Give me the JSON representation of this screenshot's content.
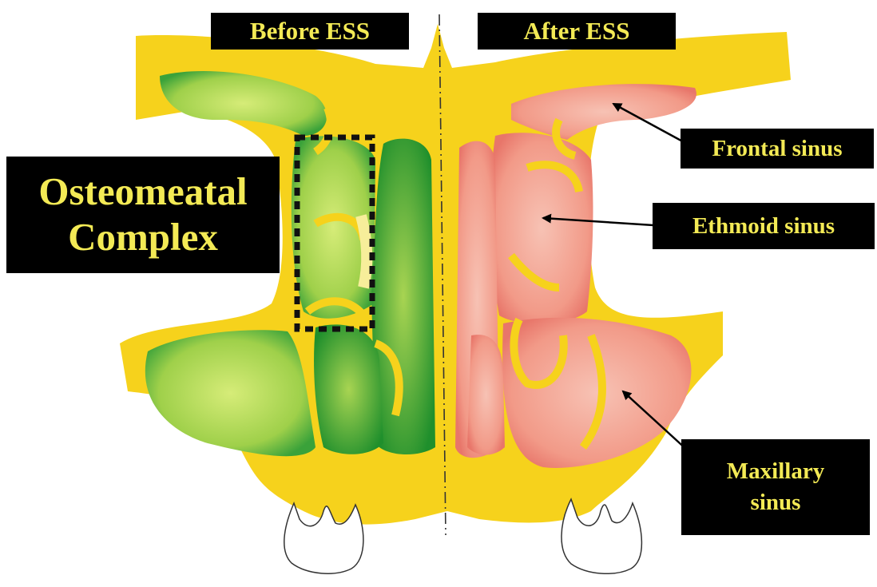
{
  "labels": {
    "before": "Before ESS",
    "after": "After ESS",
    "omc_line1": "Osteomeatal",
    "omc_line2": "Complex",
    "frontal": "Frontal sinus",
    "ethmoid": "Ethmoid sinus",
    "maxillary_line1": "Maxillary",
    "maxillary_line2": "sinus"
  },
  "colors": {
    "bone": "#f6d21c",
    "diseased_mucosa_light": "#cfe86a",
    "diseased_mucosa_dark": "#2e9e2e",
    "healthy_sinus": "#f08a7c",
    "label_background": "#000000",
    "label_text": "#f3ea55",
    "tooth": "#ffffff"
  },
  "icons": {
    "osteomeatal_highlight": "dashed-box",
    "pointer": "arrow"
  }
}
